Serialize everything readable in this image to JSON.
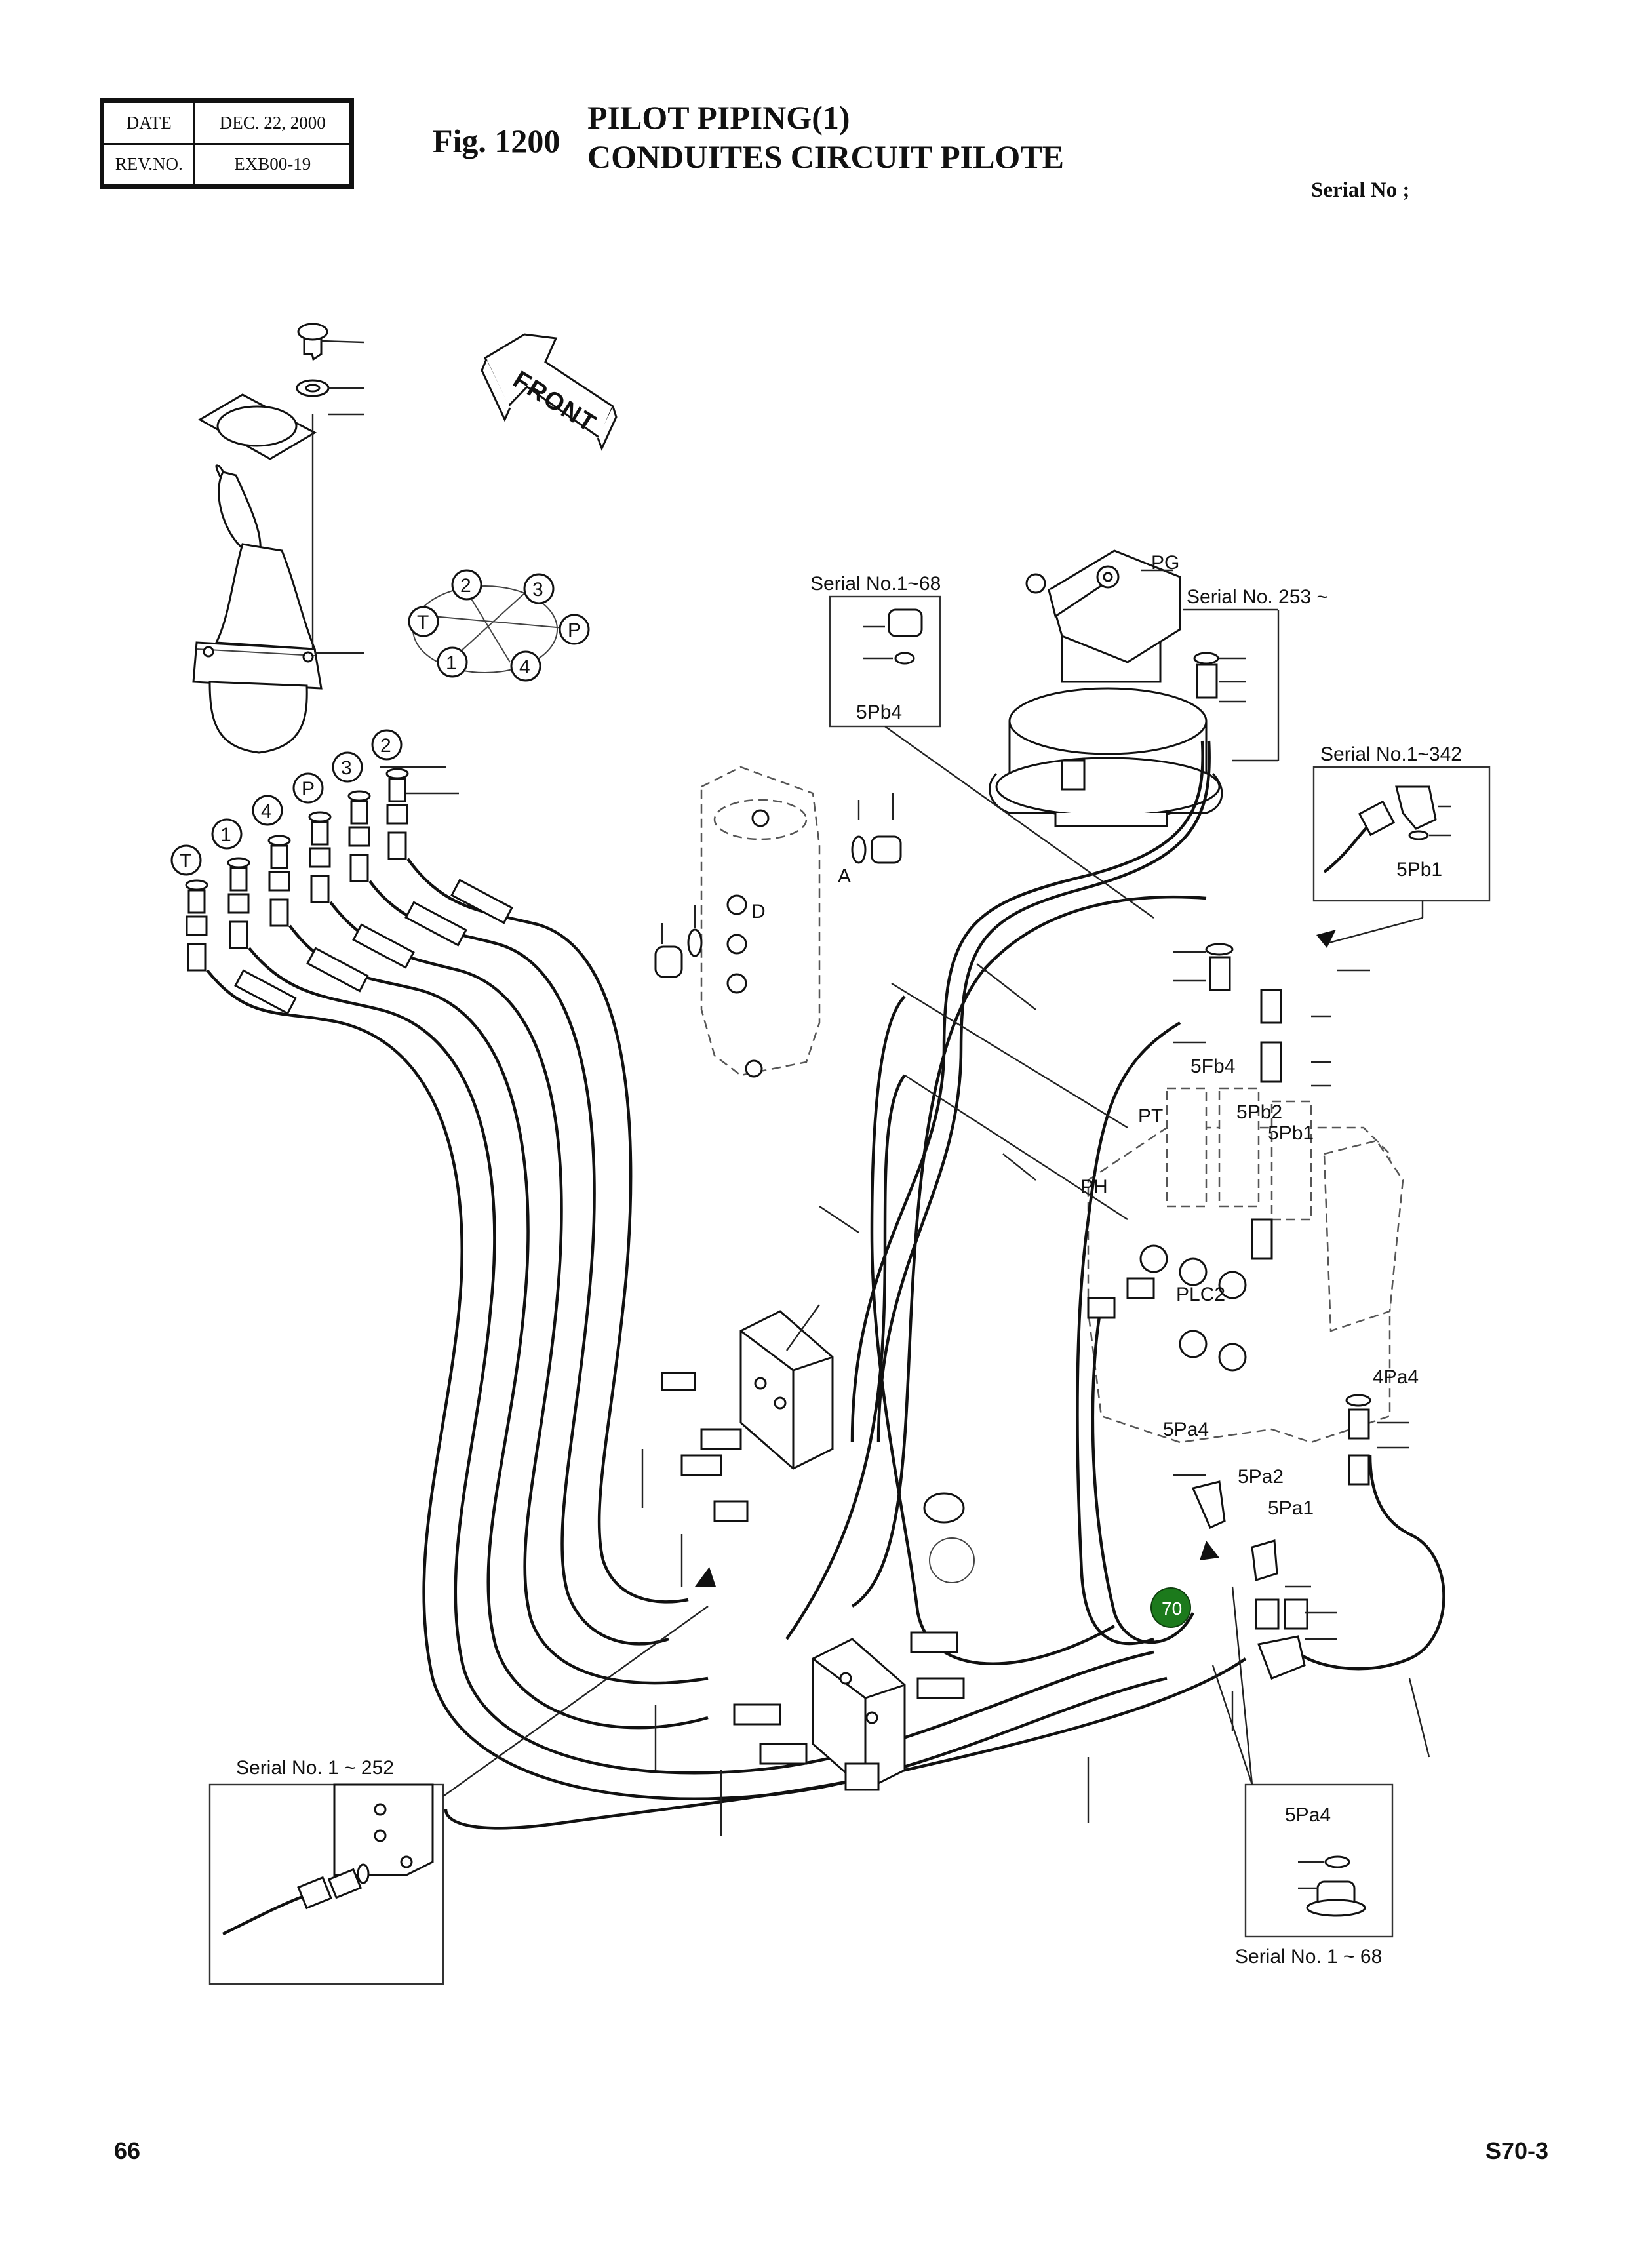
{
  "header": {
    "date_label": "DATE",
    "date_value": "DEC. 22, 2000",
    "rev_label": "REV.NO.",
    "rev_value": "EXB00-19"
  },
  "figure": {
    "number": "Fig. 1200",
    "title_line1": "PILOT PIPING(1)",
    "title_line2": "CONDUITES CIRCUIT PILOTE",
    "serial_label": "Serial No ;"
  },
  "arrow": {
    "text": "FRONT"
  },
  "port_circle": {
    "labels": [
      "2",
      "3",
      "T",
      "P",
      "1",
      "4"
    ]
  },
  "hose_port_labels": [
    "T",
    "1",
    "4",
    "P",
    "3",
    "2"
  ],
  "insets": {
    "serial_1_68_top": {
      "serial": "Serial No.1~68",
      "port": "5Pb4"
    },
    "serial_253": {
      "serial": "Serial No. 253 ~"
    },
    "serial_1_342": {
      "serial": "Serial No.1~342",
      "port": "5Pb1"
    },
    "serial_1_252": {
      "serial": "Serial No. 1 ~ 252"
    },
    "serial_1_68_bottom": {
      "serial": "Serial No. 1 ~ 68",
      "port": "5Pa4"
    }
  },
  "ports": {
    "PG": "PG",
    "A": "A",
    "D": "D",
    "5Fb4": "5Fb4",
    "PT": "PT",
    "5Pb2": "5Pb2",
    "5Pb1": "5Pb1",
    "PH": "PH",
    "PLC2": "PLC2",
    "4Pa4": "4Pa4",
    "5Pa4": "5Pa4",
    "5Pa2": "5Pa2",
    "5Pa1": "5Pa1"
  },
  "callout": {
    "number": "70",
    "color": "#1c7a1c"
  },
  "footer": {
    "page": "66",
    "model": "S70-3"
  }
}
